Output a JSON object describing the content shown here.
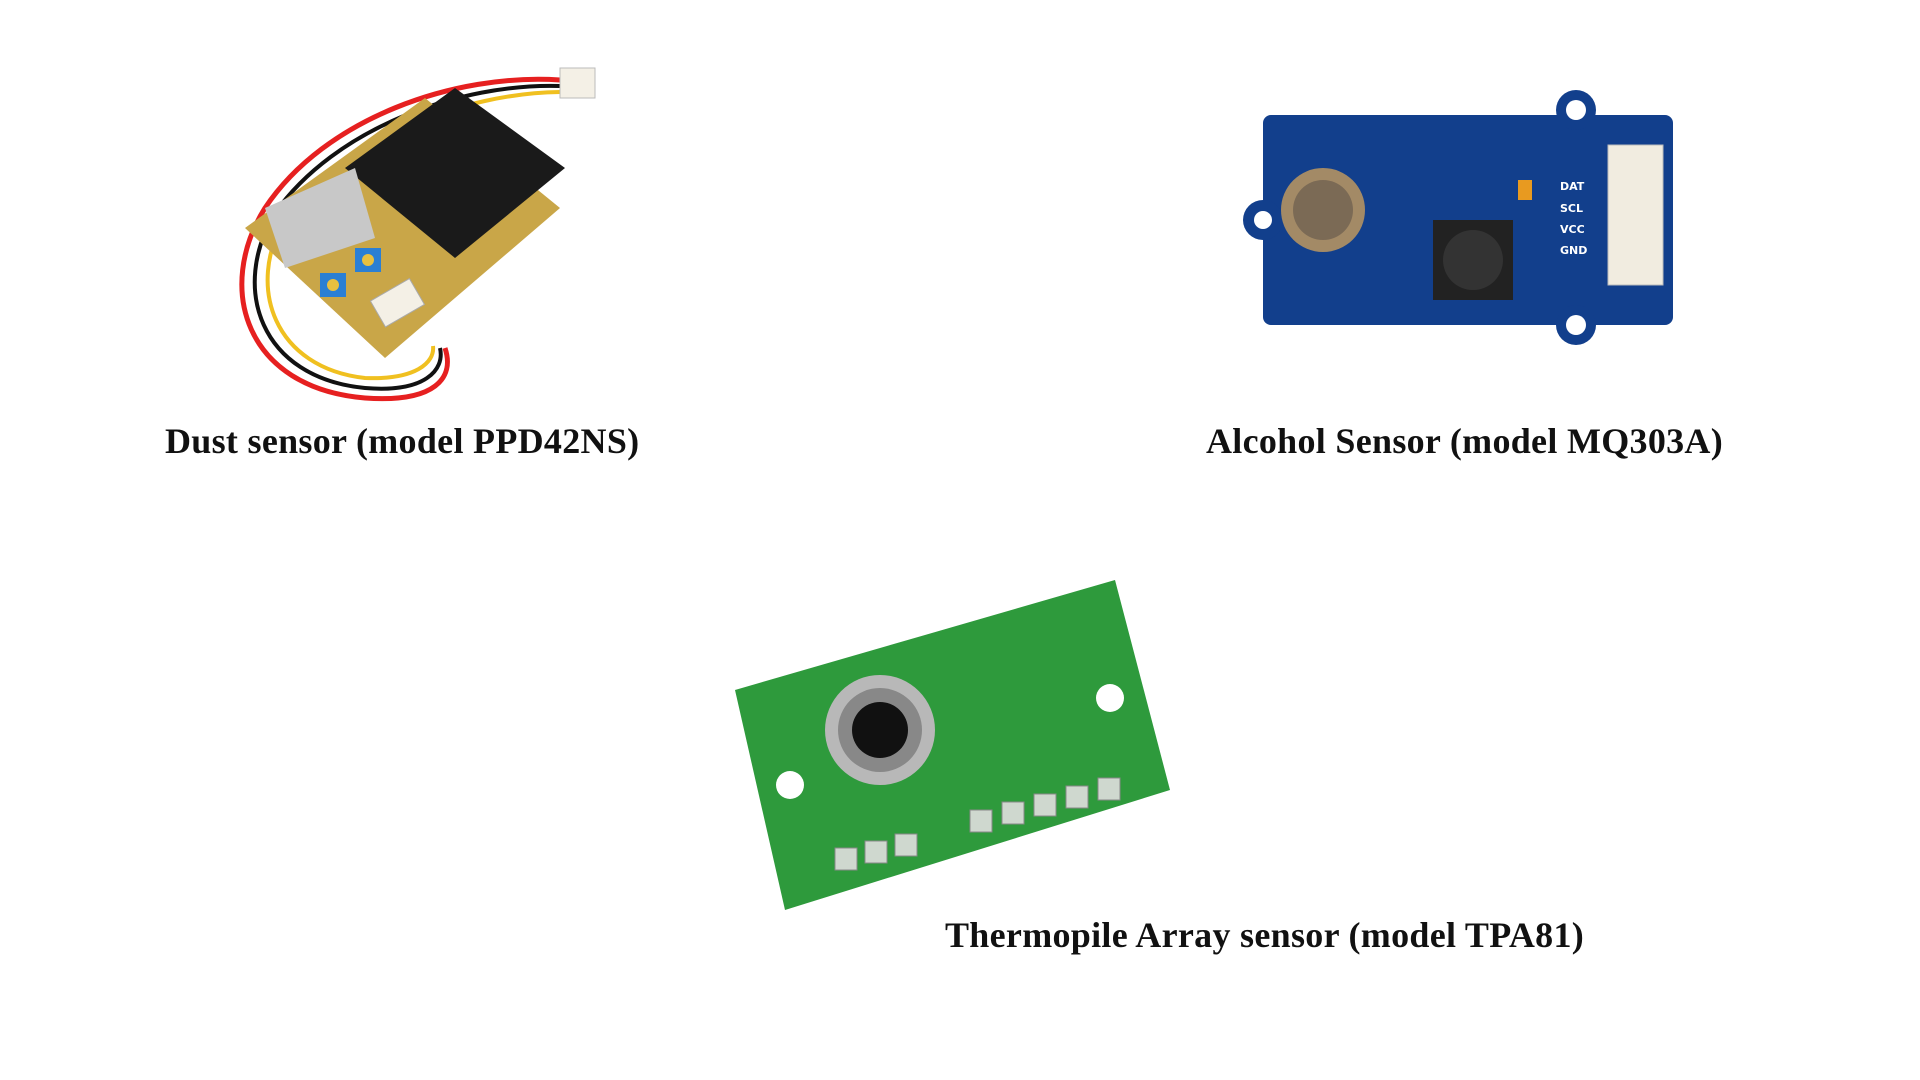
{
  "figures": [
    {
      "caption": "Dust sensor (model PPD42NS)",
      "icon": "dust-sensor-photo"
    },
    {
      "caption": "Alcohol Sensor (model MQ303A)",
      "icon": "alcohol-sensor-photo",
      "pin_labels": [
        "DAT",
        "SCL",
        "VCC",
        "GND"
      ]
    },
    {
      "caption": "Thermopile Array sensor (model TPA81)",
      "icon": "thermopile-sensor-photo"
    }
  ]
}
